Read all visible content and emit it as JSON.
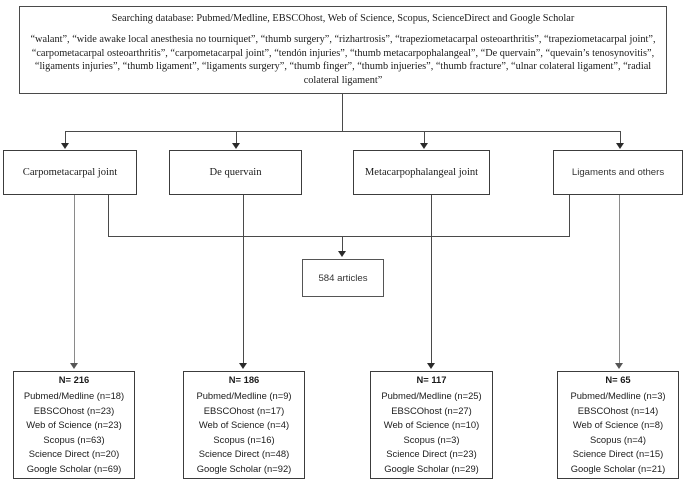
{
  "search": {
    "database_line": "Searching database: Pubmed/Medline, EBSCOhost, Web of Science, Scopus, ScienceDirect and Google Scholar",
    "keywords_text": "“walant”, “wide awake local anesthesia no tourniquet”, “thumb surgery”, “rizhartrosis”, “trapeziometacarpal osteoarthritis”, “trapeziometacarpal joint”, “carpometacarpal osteoarthritis”, “carpometacarpal joint”, “tendón injuries”, “thumb metacarpophalangeal”, “De quervain”, “quevain’s tenosynovitis”, “ligaments injuries”, “thumb ligament”, “ligaments surgery”, “thumb finger”, “thumb injueries”, “thumb fracture”, “ulnar colateral ligament”, “radial colateral ligament”",
    "keywords": [
      "walant",
      "wide awake local anesthesia no tourniquet",
      "thumb surgery",
      "rizhartrosis",
      "trapeziometacarpal osteoarthritis",
      "trapeziometacarpal joint",
      "carpometacarpal osteoarthritis",
      "carpometacarpal joint",
      "tendón injuries",
      "thumb metacarpophalangeal",
      "De quervain",
      "quevain’s tenosynovitis",
      "ligaments injuries",
      "thumb ligament",
      "ligaments surgery",
      "thumb finger",
      "thumb injueries",
      "thumb fracture",
      "ulnar colateral ligament",
      "radial colateral ligament"
    ],
    "databases": [
      "Pubmed/Medline",
      "EBSCOhost",
      "Web of Science",
      "Scopus",
      "ScienceDirect",
      "Google Scholar"
    ]
  },
  "categories": [
    {
      "label": "Carpometacarpal joint"
    },
    {
      "label": "De quervain"
    },
    {
      "label": "Metacarpophalangeal joint"
    },
    {
      "label": "Ligaments and others"
    }
  ],
  "articles_box": {
    "label": "584 articles",
    "count": 584
  },
  "results": [
    {
      "total_label": "N= 216",
      "total": 216,
      "lines": [
        "Pubmed/Medline (n=18)",
        "EBSCOhost (n=23)",
        "Web of Science (n=23)",
        "Scopus (n=63)",
        "Science Direct (n=20)",
        "Google Scholar (n=69)"
      ]
    },
    {
      "total_label": "N= 186",
      "total": 186,
      "lines": [
        "Pubmed/Medline (n=9)",
        "EBSCOhost (n=17)",
        "Web of Science (n=4)",
        "Scopus (n=16)",
        "Science Direct (n=48)",
        "Google Scholar (n=92)"
      ]
    },
    {
      "total_label": "N= 117",
      "total": 117,
      "lines": [
        "Pubmed/Medline (n=25)",
        "EBSCOhost (n=27)",
        "Web of Science (n=10)",
        "Scopus (n=3)",
        "Science Direct (n=23)",
        "Google Scholar (n=29)"
      ]
    },
    {
      "total_label": "N= 65",
      "total": 65,
      "lines": [
        "Pubmed/Medline (n=3)",
        "EBSCOhost (n=14)",
        "Web of Science (n=8)",
        "Scopus (n=4)",
        "Science Direct (n=15)",
        "Google Scholar (n=21)"
      ]
    }
  ],
  "colors": {
    "line": "#4a4a4a",
    "line_light": "#8a8a8a",
    "text": "#1b1b1b",
    "background": "#ffffff"
  }
}
